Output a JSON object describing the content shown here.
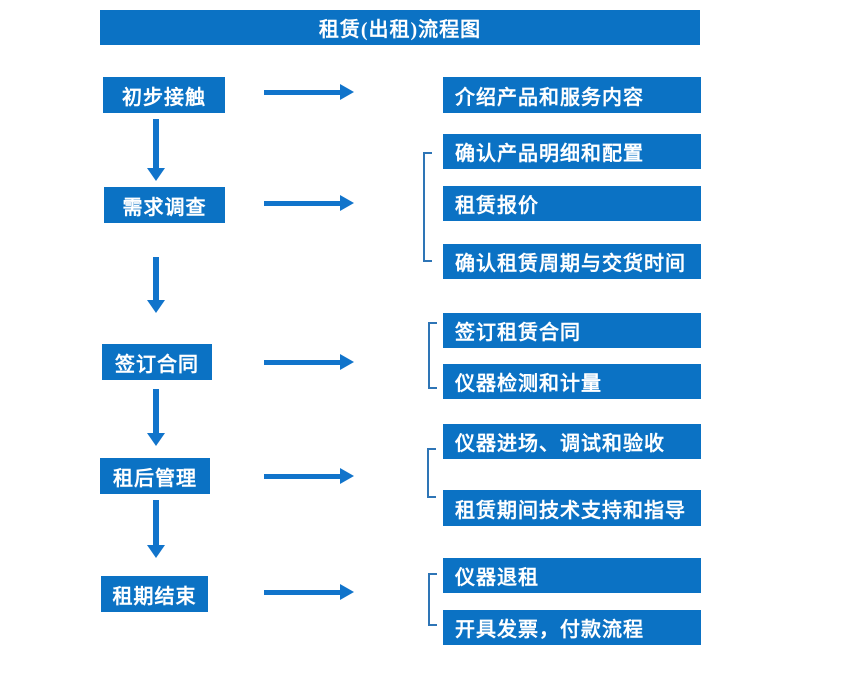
{
  "title": "租赁(出租)流程图",
  "colors": {
    "box_blue": "#0b72c4",
    "arrow_blue": "#1174cb",
    "bracket_blue": "#2e75b6",
    "text_white": "#ffffff"
  },
  "steps": [
    {
      "label": "初步接触",
      "details": [
        "介绍产品和服务内容"
      ]
    },
    {
      "label": "需求调查",
      "details": [
        "确认产品明细和配置",
        "租赁报价",
        "确认租赁周期与交货时间"
      ]
    },
    {
      "label": "签订合同",
      "details": [
        "签订租赁合同",
        "仪器检测和计量"
      ]
    },
    {
      "label": "租后管理",
      "details": [
        "仪器进场、调试和验收",
        "租赁期间技术支持和指导"
      ]
    },
    {
      "label": "租期结束",
      "details": [
        "仪器退租",
        "开具发票，付款流程"
      ]
    }
  ]
}
